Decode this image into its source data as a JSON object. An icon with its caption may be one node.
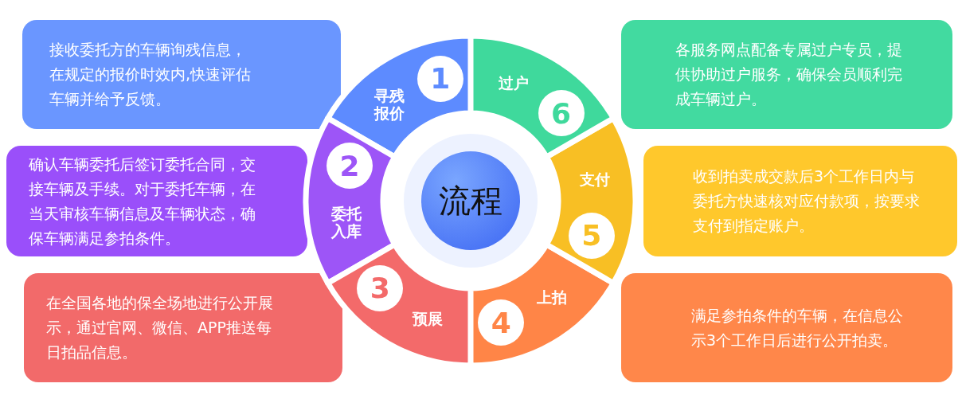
{
  "diagram": {
    "nodes": [
      {
        "text": [
          "流程"
        ]
      },
      {
        "text": [
          "1",
          "寻残报价"
        ]
      },
      {
        "text": [
          "2",
          "委托入库"
        ]
      },
      {
        "text": [
          "3",
          "预展"
        ]
      },
      {
        "text": [
          "4",
          "上拍"
        ]
      },
      {
        "text": [
          "支付",
          "5"
        ]
      },
      {
        "text": [
          "过户",
          "6"
        ]
      },
      {
        "text": [
          "接收委托方的车辆询残信息，在规定的报价时效内,快速评估车辆并给予反馈。"
        ]
      },
      {
        "text": [
          "确认车辆委托后签订委托合同，交接车辆及手续。对于委托车辆，在当天审核车辆信息及车辆状态，确保车辆满足参拍条件。"
        ]
      },
      {
        "text": [
          "在全国各地的保全场地进行公开展示，通过官网、微信、APP推送每日拍品信息。"
        ]
      },
      {
        "text": [
          "满足参拍条件的车辆，在信息公示3个工作日后进行公开拍卖。"
        ]
      },
      {
        "text": [
          "收到拍卖成交款后3个工作日内与委托方快速核对应付款项，按要求支付到指定账户。"
        ]
      },
      {
        "text": [
          "各服务网点配备专属过户专员，提供协助过户服务，确保会员顺利完成车辆过户。"
        ]
      }
    ]
  }
}
